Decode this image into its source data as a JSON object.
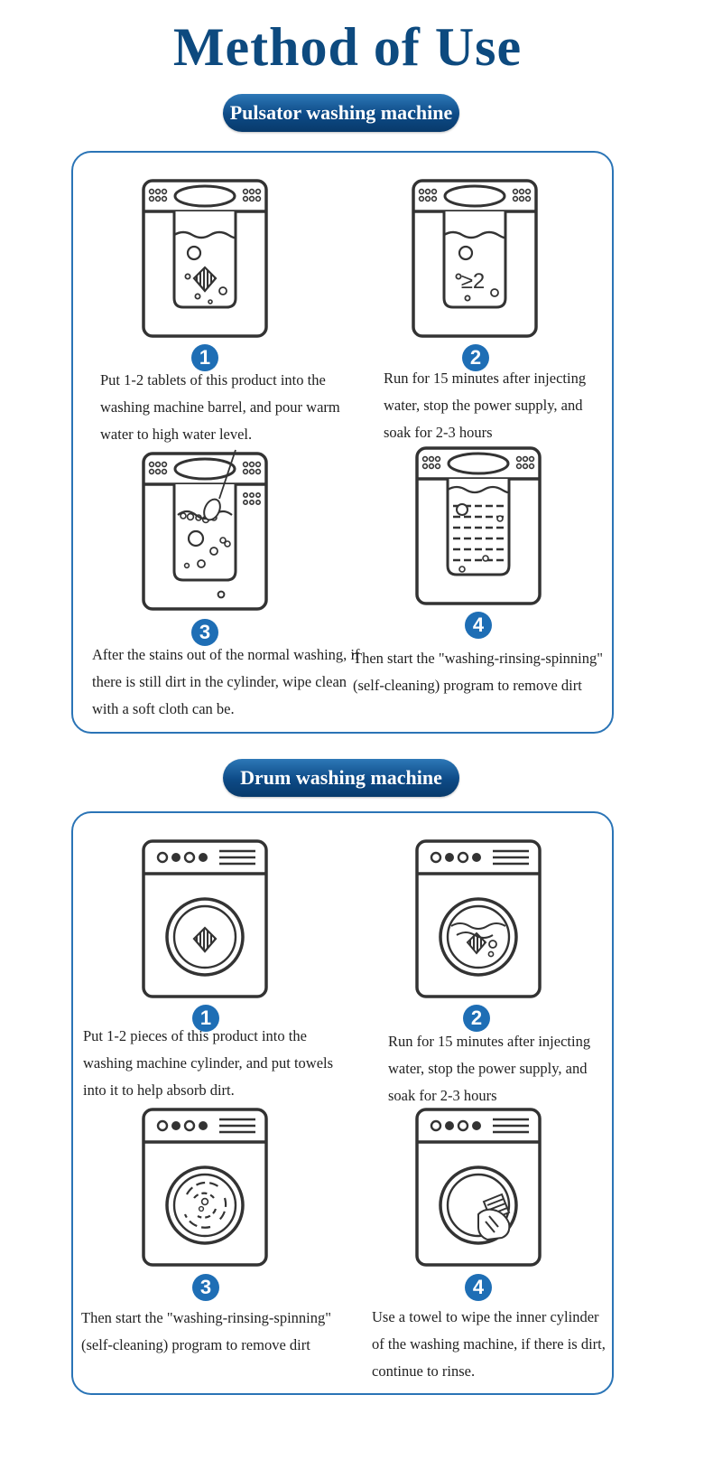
{
  "page": {
    "title": "Method of Use"
  },
  "sections": [
    {
      "heading": "Pulsator washing machine",
      "steps": [
        {
          "number": "1",
          "text": "Put 1-2 tablets of this product into the washing machine barrel, and pour warm water to high water level."
        },
        {
          "number": "2",
          "text": "Run for 15 minutes after injecting water, stop the power supply, and soak for 2-3 hours",
          "illustration_label": "≥2"
        },
        {
          "number": "3",
          "text": "After the stains out of the normal washing, if there is still dirt in the cylinder, wipe clean with a soft cloth can be."
        },
        {
          "number": "4",
          "text": "Then start the \"washing-rinsing-spinning\" (self-cleaning) program to remove dirt"
        }
      ]
    },
    {
      "heading": "Drum washing machine",
      "steps": [
        {
          "number": "1",
          "text": "Put 1-2 pieces of this product into the washing machine cylinder, and put towels into it to help absorb dirt."
        },
        {
          "number": "2",
          "text": "Run for 15 minutes after injecting water, stop the power supply, and soak for 2-3 hours"
        },
        {
          "number": "3",
          "text": "Then start the \"washing-rinsing-spinning\" (self-cleaning) program to remove dirt"
        },
        {
          "number": "4",
          "text": "Use a towel to wipe the inner cylinder of the washing machine, if there is dirt, continue to rinse."
        }
      ]
    }
  ],
  "colors": {
    "title": "#0d4a7f",
    "accent": "#1e6eb5",
    "panel_border": "#2a74b6",
    "line_art": "#333333"
  }
}
